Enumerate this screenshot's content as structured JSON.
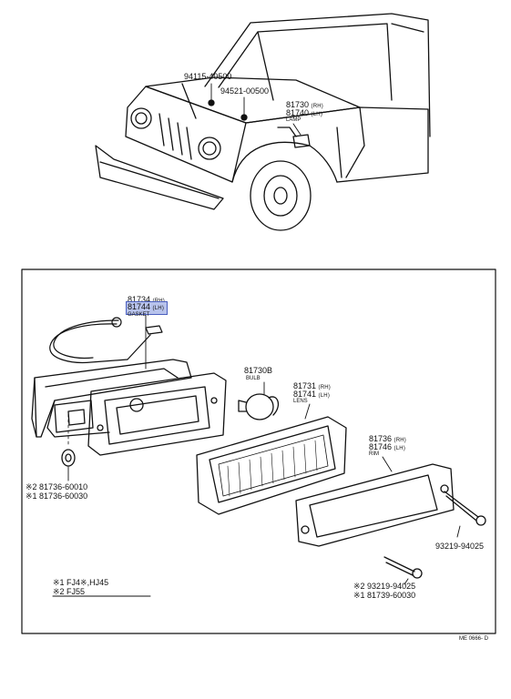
{
  "vehicle_callouts": {
    "part1": "94115-40500",
    "part2": "94521-00500",
    "lamp_rh": "81730",
    "lamp_rh_side": "(RH)",
    "lamp_lh": "81740",
    "lamp_lh_side": "(LH)",
    "lamp_name": "LAMP"
  },
  "gasket": {
    "rh": "81734",
    "rh_side": "(RH)",
    "lh": "81744",
    "lh_side": "(LH)",
    "name": "GASKET"
  },
  "bulb": {
    "number": "81730B",
    "name": "BULB"
  },
  "lens": {
    "rh": "81731",
    "rh_side": "(RH)",
    "lh": "81741",
    "lh_side": "(LH)",
    "name": "LENS"
  },
  "rim": {
    "rh": "81736",
    "rh_side": "(RH)",
    "lh": "81746",
    "lh_side": "(LH)",
    "name": "RIM"
  },
  "grommet": {
    "line1": "※2 81736-60010",
    "line2": "※1 81736-60030"
  },
  "screw_right": "93219-94025",
  "screw_bottom": {
    "line1": "※2 93219-94025",
    "line2": "※1 81739-60030"
  },
  "legend": {
    "line1": "※1  FJ4※,HJ45",
    "line2": "※2  FJ55"
  },
  "diagram_code": "ME 0666- D",
  "colors": {
    "highlight": "#b8c3ec",
    "ink": "#111111"
  }
}
